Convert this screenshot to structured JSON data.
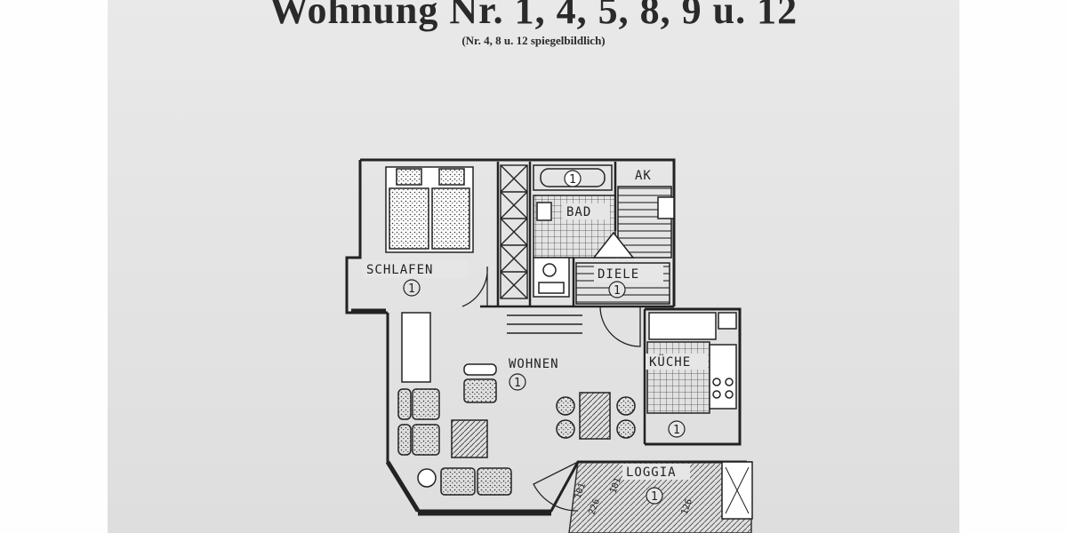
{
  "document": {
    "title": "Wohnung Nr. 1, 4, 5, 8, 9 u. 12",
    "subtitle": "(Nr. 4, 8 u. 12 spiegelbildlich)"
  },
  "plan": {
    "rooms": [
      {
        "key": "schlafen",
        "label": "SCHLAFEN",
        "number": "1"
      },
      {
        "key": "bad",
        "label": "BAD",
        "number": "1"
      },
      {
        "key": "ak",
        "label": "AK",
        "number": ""
      },
      {
        "key": "diele",
        "label": "DIELE",
        "number": "1"
      },
      {
        "key": "wohnen",
        "label": "WOHNEN",
        "number": "1"
      },
      {
        "key": "kueche",
        "label": "KÜCHE",
        "number": "1"
      },
      {
        "key": "loggia",
        "label": "LOGGIA",
        "number": "1"
      }
    ],
    "dimensions": [
      "101",
      "226",
      "101",
      "126"
    ]
  }
}
